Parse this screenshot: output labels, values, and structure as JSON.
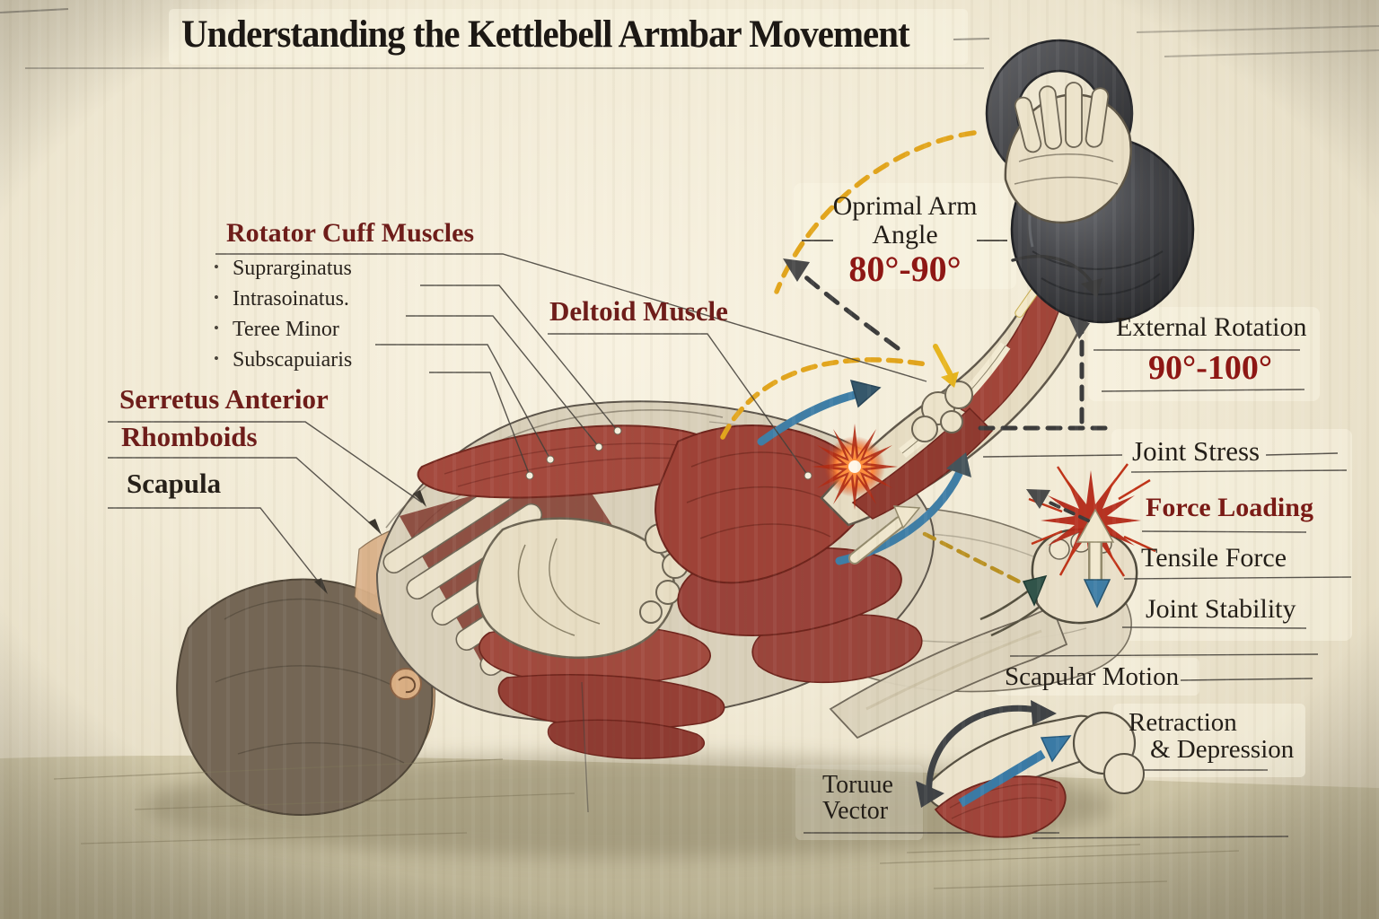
{
  "title": "Understanding the Kettlebell Armbar Movement",
  "rotator_cuff": {
    "heading": "Rotator Cuff Muscles",
    "bullet_char": "•",
    "items": [
      "Suprarginatus",
      "Intrasoinatus.",
      "Teree Minor",
      "Subscapuiaris"
    ]
  },
  "muscle_labels": {
    "deltoid": "Deltoid Muscle",
    "serratus": "Serretus Anterior",
    "rhomboids": "Rhomboids",
    "scapula": "Scapula"
  },
  "annotations": {
    "optimal_arm_angle": {
      "line1": "Oprimal Arm",
      "line2": "Angle",
      "value": "80°-90°"
    },
    "external_rotation": {
      "label": "External Rotation",
      "value": "90°-100°"
    },
    "joint_stress": "Joint Stress",
    "force_loading": "Force Loading",
    "tensile_force": "Tensile Force",
    "joint_stability": "Joint Stability",
    "scapular_motion": "Scapular Motion",
    "retraction_depression": {
      "line1": "Retraction",
      "line2": "& Depression"
    },
    "torque_vector": {
      "line1": "Toruue",
      "line2": "Vector"
    }
  },
  "icons": [
    "kettlebell-illustration",
    "shoulder-stress-burst-icon",
    "wrist-force-burst-icon",
    "gold-dashed-arc-icon",
    "blue-rotation-arrow-icon",
    "scapula-inset-illustration"
  ],
  "colors": {
    "paper": "#f1ead5",
    "ink": "#231e18",
    "label_maroon": "#6e1d1a",
    "angle_red": "#8e1714",
    "muscle_red": "#9c4238",
    "bone_cream": "#e9dfc6",
    "arrow_blue": "#3f7ea6",
    "dash_gold": "#e2a51d",
    "dash_charcoal": "#3c3c3c",
    "burst_red": "#bb2d17",
    "kettlebell_gray": "#3a3b3e"
  }
}
